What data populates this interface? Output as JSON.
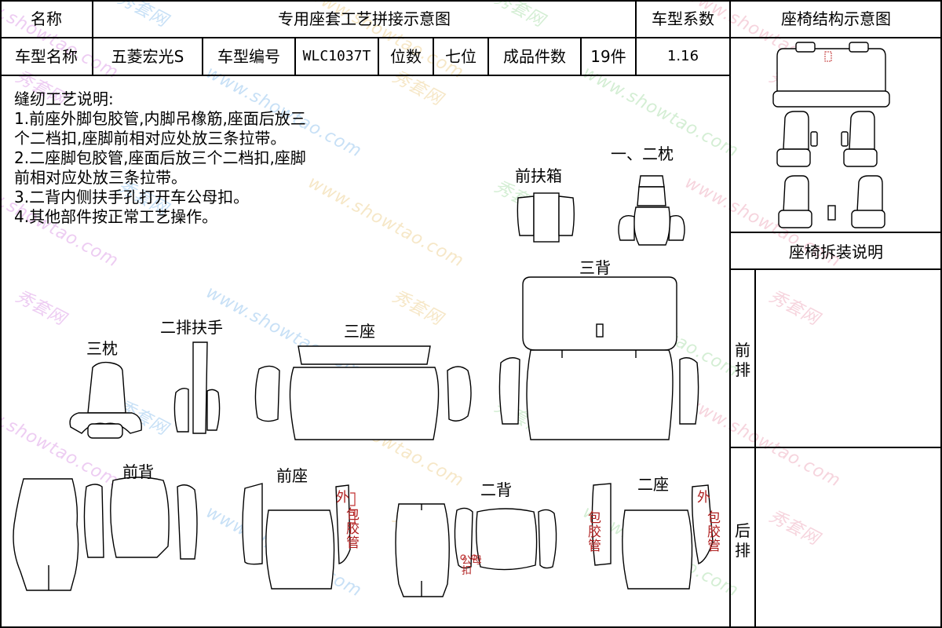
{
  "header": {
    "name_label": "名称",
    "title": "专用座套工艺拼接示意图",
    "coef_label": "车型系数",
    "structure_title": "座椅结构示意图"
  },
  "info_row": {
    "model_name_label": "车型名称",
    "model_name": "五菱宏光S",
    "model_code_label": "车型编号",
    "model_code": "WLC1037T",
    "seats_label": "位数",
    "seats": "七位",
    "pieces_label": "成品件数",
    "pieces": "19件",
    "coef": "1.16"
  },
  "notes": [
    "缝纫工艺说明:",
    "1.前座外脚包胶管,内脚吊橡筋,座面后放三",
    "个二档扣,座脚前相对应处放三条拉带。",
    "2.二座脚包胶管,座面后放三个二档扣,座脚",
    "前相对应处放三条拉带。",
    "3.二背内侧扶手孔打开车公母扣。",
    "4.其他部件按正常工艺操作。"
  ],
  "parts": {
    "headrest12": "一、二枕",
    "front_armbox": "前扶箱",
    "back3": "三背",
    "headrest3": "三枕",
    "armrest2": "二排扶手",
    "seat3": "三座",
    "front_back": "前背",
    "front_seat": "前座",
    "back2": "二背",
    "seat2": "二座"
  },
  "annotations": {
    "front_seat_outer": "外",
    "front_seat_tube": "包胶管",
    "seat2_tube_left": "包胶管",
    "seat2_outer": "外",
    "seat2_tube_right": "包胶管",
    "back2_snap": "公母扣"
  },
  "sidebar": {
    "install_title": "座椅拆装说明",
    "front_row": "前排",
    "rear_row": "后排"
  },
  "watermark": {
    "brand_cn": "秀套网",
    "brand_url": "www.showtao.com"
  }
}
